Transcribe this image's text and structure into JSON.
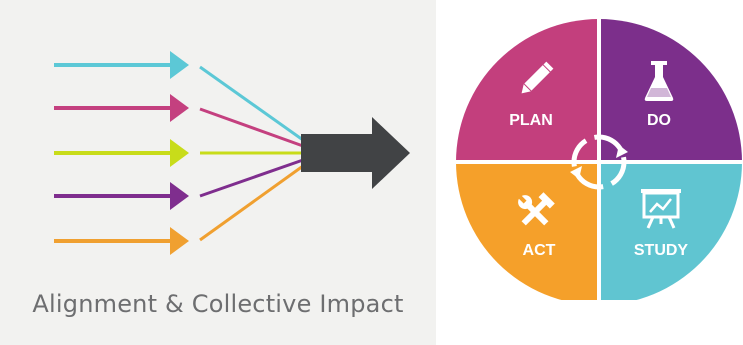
{
  "alignment": {
    "caption": "Alignment & Collective Impact",
    "arrow_colors": [
      "#5cc8d6",
      "#c4407f",
      "#c8dc1a",
      "#7f2e8e",
      "#f0a030"
    ],
    "main_arrow_color": "#414345"
  },
  "pdsa": {
    "plan": {
      "label": "PLAN",
      "color": "#c33f7d",
      "icon": "pencil-icon"
    },
    "do": {
      "label": "DO",
      "color": "#7c2f8b",
      "icon": "flask-icon"
    },
    "act": {
      "label": "ACT",
      "color": "#f5a02a",
      "icon": "tools-icon"
    },
    "study": {
      "label": "STUDY",
      "color": "#60c5d1",
      "icon": "presentation-board-icon"
    },
    "cycle_icon": "refresh-cycle-icon"
  }
}
